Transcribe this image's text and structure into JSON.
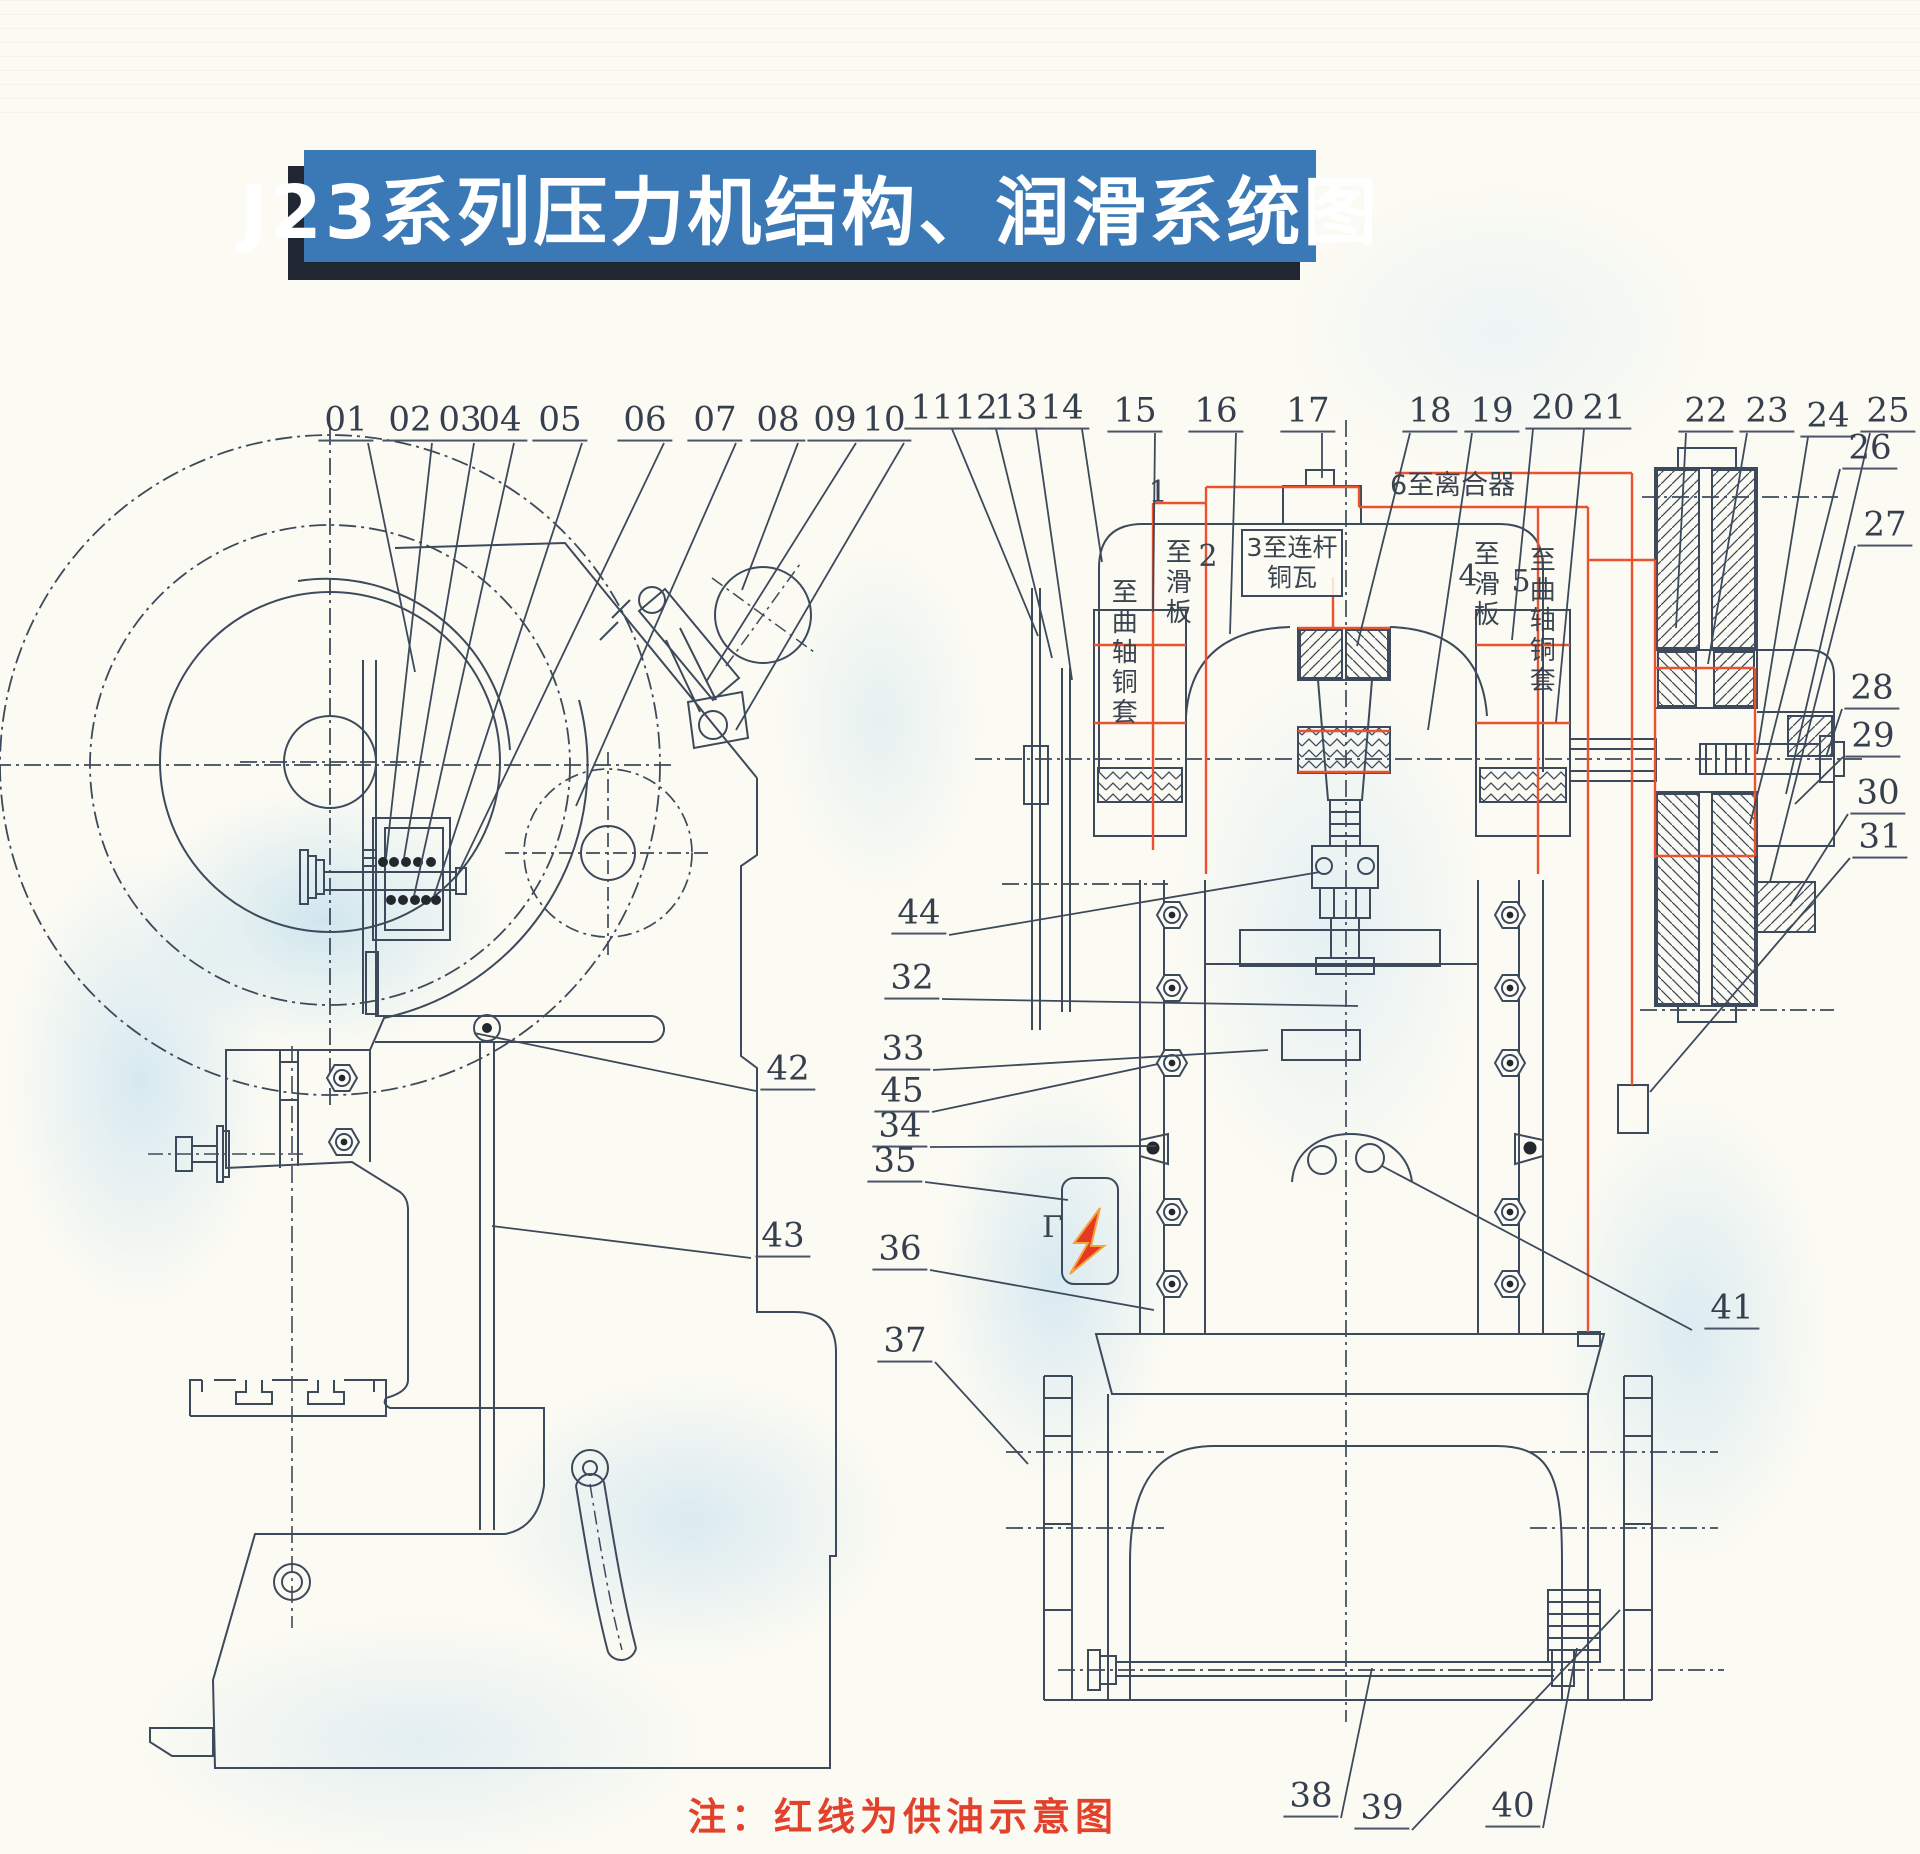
{
  "title": "J23系列压力机结构、润滑系统图",
  "note": "注：红线为供油示意图",
  "gamma_mark": "Γ",
  "annotations": {
    "to_clutch": "6至离合器",
    "to_conrod_bush_line1": "3至连杆",
    "to_conrod_bush_line2": "铜瓦",
    "to_crank_bushing_left": "至曲轴铜套",
    "to_slide_left": "至滑板",
    "to_slide_right": "至滑板",
    "to_crank_bushing_right": "至曲轴铜套"
  },
  "oil_path_numbers": {
    "n1": "1",
    "n2": "2",
    "n4": "4",
    "n5": "5"
  },
  "callouts": {
    "c01": "01",
    "c02": "02",
    "c03": "03",
    "c04": "04",
    "c05": "05",
    "c06": "06",
    "c07": "07",
    "c08": "08",
    "c09": "09",
    "c10": "10",
    "c11": "11",
    "c12": "12",
    "c13": "13",
    "c14": "14",
    "c15": "15",
    "c16": "16",
    "c17": "17",
    "c18": "18",
    "c19": "19",
    "c20": "20",
    "c21": "21",
    "c22": "22",
    "c23": "23",
    "c24": "24",
    "c25": "25",
    "c26": "26",
    "c27": "27",
    "c28": "28",
    "c29": "29",
    "c30": "30",
    "c31": "31",
    "c32": "32",
    "c33": "33",
    "c34": "34",
    "c35": "35",
    "c36": "36",
    "c37": "37",
    "c38": "38",
    "c39": "39",
    "c40": "40",
    "c41": "41",
    "c42": "42",
    "c43": "43",
    "c44": "44",
    "c45": "45"
  },
  "colors": {
    "banner_blue": "#3b79b6",
    "banner_shadow": "#202733",
    "line": "#3d4a5c",
    "oil_red": "#ea5230",
    "note_red": "#e2422c",
    "paper": "#fcfbf3"
  }
}
